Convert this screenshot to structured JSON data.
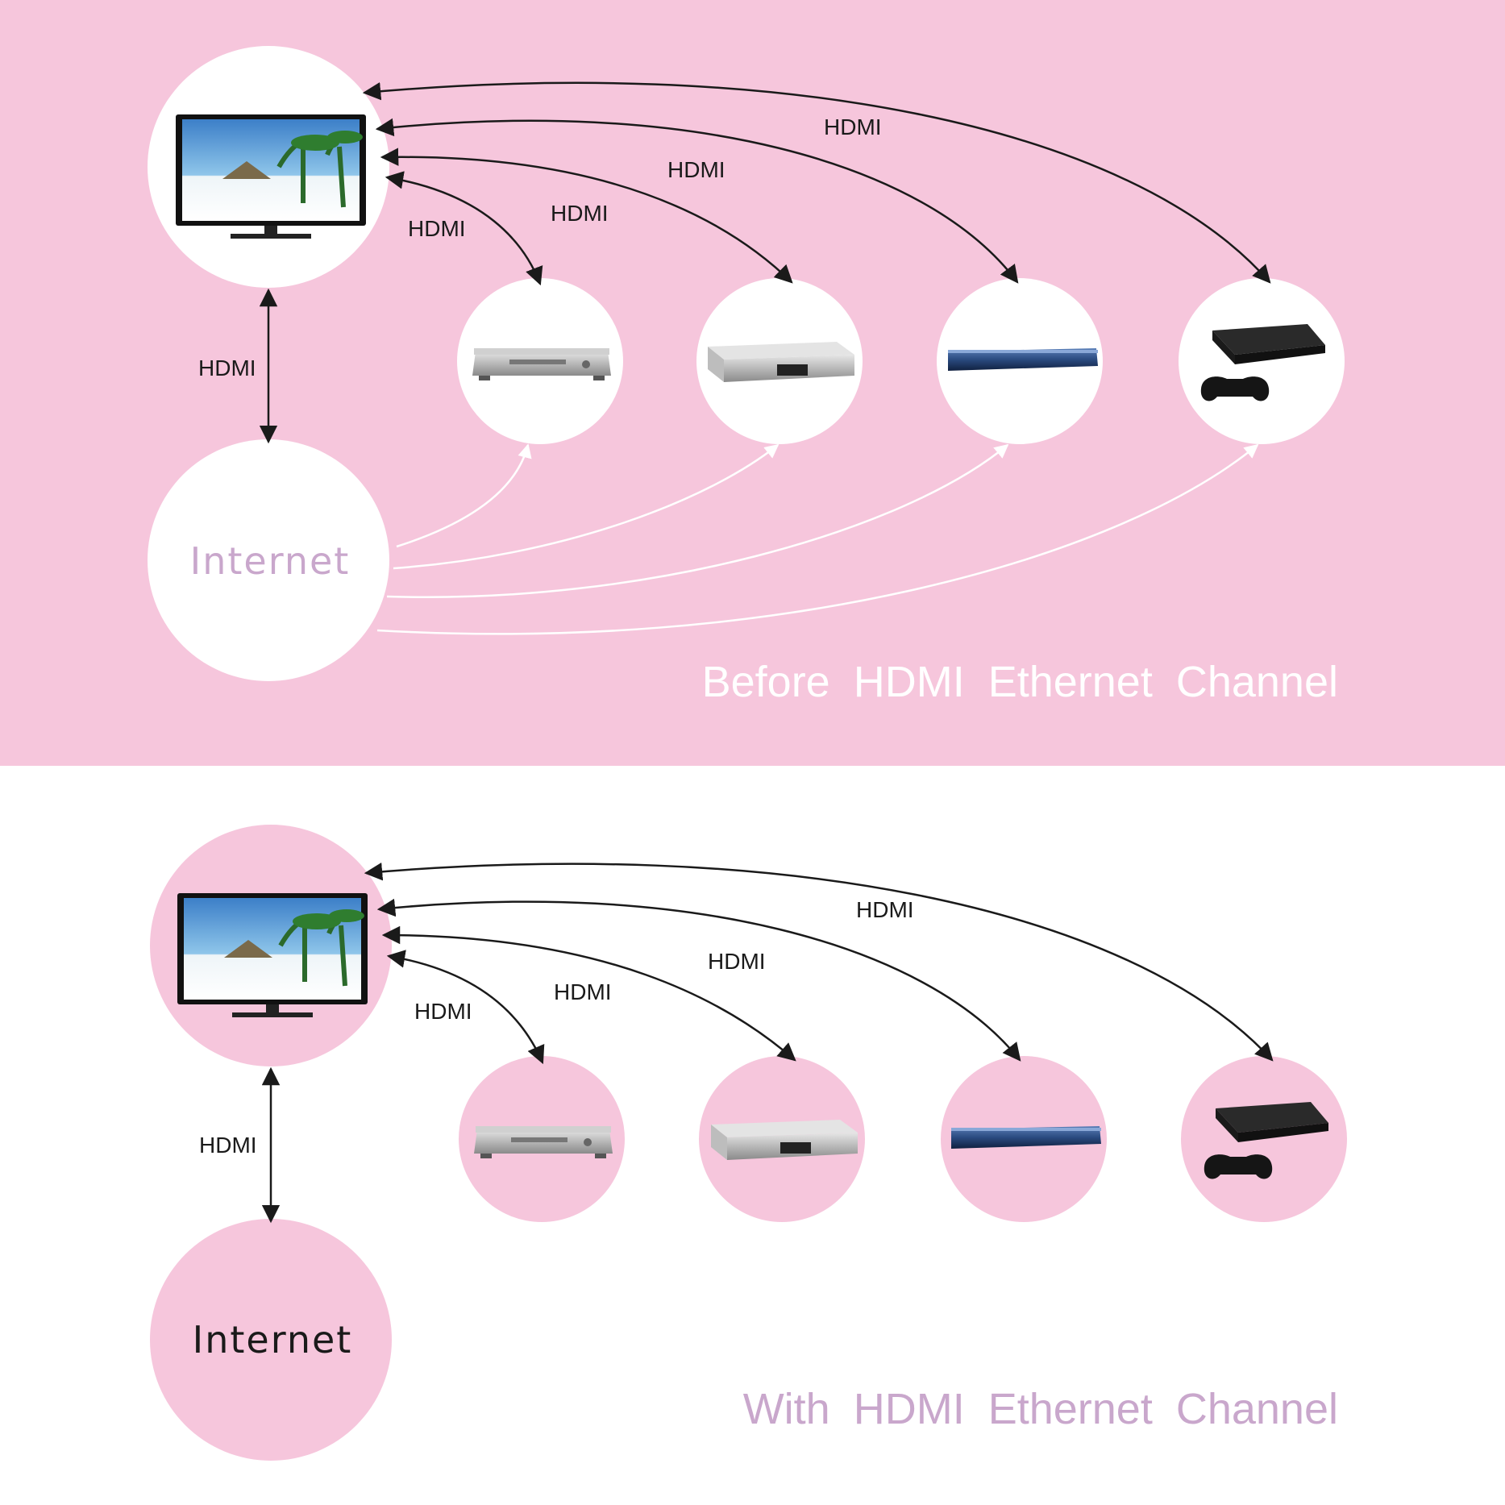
{
  "colors": {
    "pink": "#f6c6dc",
    "white": "#ffffff",
    "arrow": "#1a1a1a",
    "internet_text_before": "#c9a7cc",
    "internet_text_with": "#1a1a1a",
    "caption_before": "#ffffff",
    "caption_with": "#c9a7cc"
  },
  "before": {
    "caption": "Before HDMI Ethernet Channel",
    "internet_label": "Internet",
    "hdmi_labels": [
      "HDMI",
      "HDMI",
      "HDMI",
      "HDMI"
    ],
    "hdmi_internet_label": "HDMI"
  },
  "with": {
    "caption": "With HDMI Ethernet Channel",
    "internet_label": "Internet",
    "hdmi_labels": [
      "HDMI",
      "HDMI",
      "HDMI",
      "HDMI"
    ],
    "hdmi_internet_label": "HDMI"
  },
  "icons": [
    "tv-icon",
    "dvd-player-icon",
    "set-top-box-icon",
    "blu-ray-player-icon",
    "game-console-icon"
  ]
}
